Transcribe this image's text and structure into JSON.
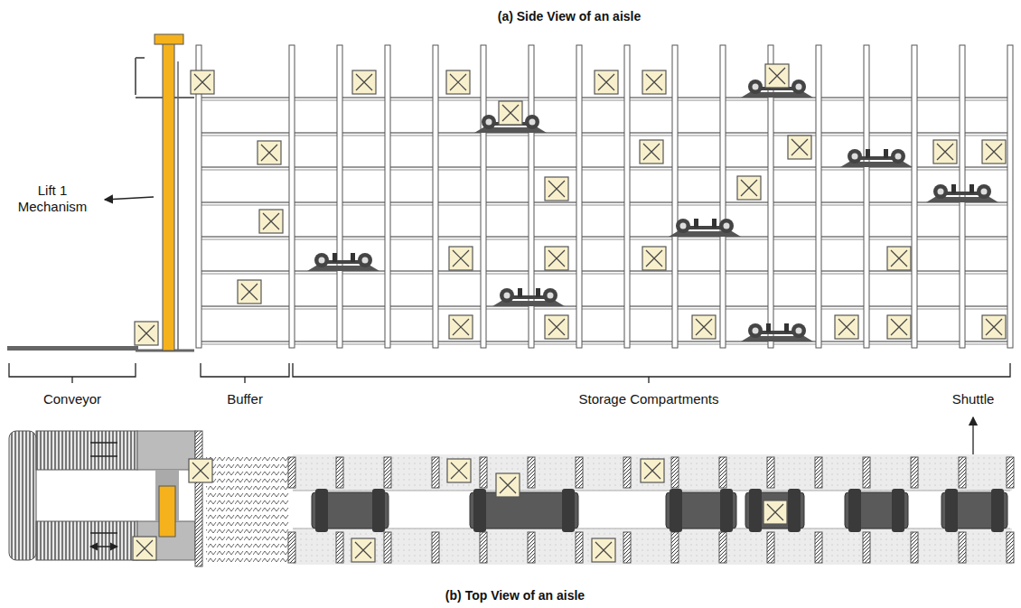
{
  "diagram": {
    "labels": [
      "(a) Side View of an aisle",
      "Lift 1 Mechanism",
      "Conveyor",
      "Buffer",
      "Storage Compartments",
      "Shuttle",
      "(b) Top View of an aisle"
    ]
  }
}
